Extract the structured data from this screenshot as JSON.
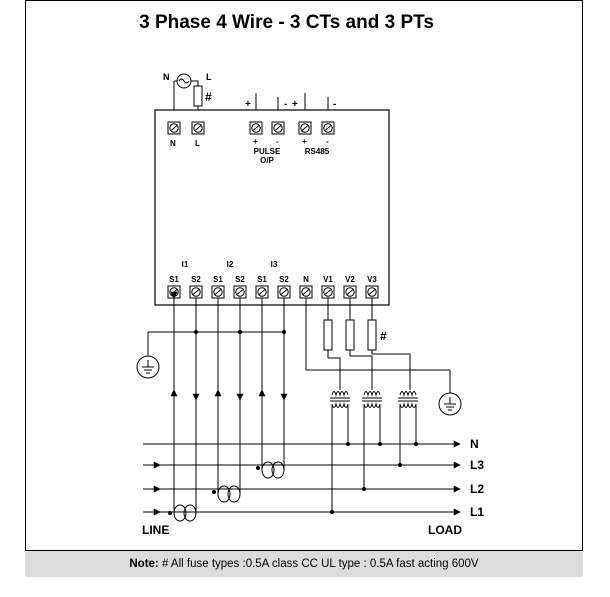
{
  "title": "3 Phase 4 Wire - 3 CTs and 3 PTs",
  "supply": {
    "neutral": "N",
    "line": "L",
    "fuse_mark": "#"
  },
  "aux_terminals": [
    {
      "label": "N",
      "sub": ""
    },
    {
      "label": "L",
      "sub": ""
    },
    {
      "label": "+",
      "sub": ""
    },
    {
      "label": "-",
      "sub": ""
    },
    {
      "label": "+",
      "sub": ""
    },
    {
      "label": "-",
      "sub": ""
    }
  ],
  "pulse": {
    "line1": "PULSE",
    "line2": "O/P",
    "plus": "+",
    "minus": "-"
  },
  "rs485": {
    "label": "RS485",
    "plus": "+",
    "minus": "-"
  },
  "ct_groups": [
    "I1",
    "I2",
    "I3"
  ],
  "meas_terminals": [
    "S1",
    "S2",
    "S1",
    "S2",
    "S1",
    "S2",
    "N",
    "V1",
    "V2",
    "V3"
  ],
  "pt_fuse_mark": "#",
  "lines": [
    "N",
    "L3",
    "L2",
    "L1"
  ],
  "line_end": "LINE",
  "load_end": "LOAD",
  "note": {
    "prefix": "Note:",
    "text": " # All fuse types :0.5A class CC UL type : 0.5A fast acting 600V"
  }
}
